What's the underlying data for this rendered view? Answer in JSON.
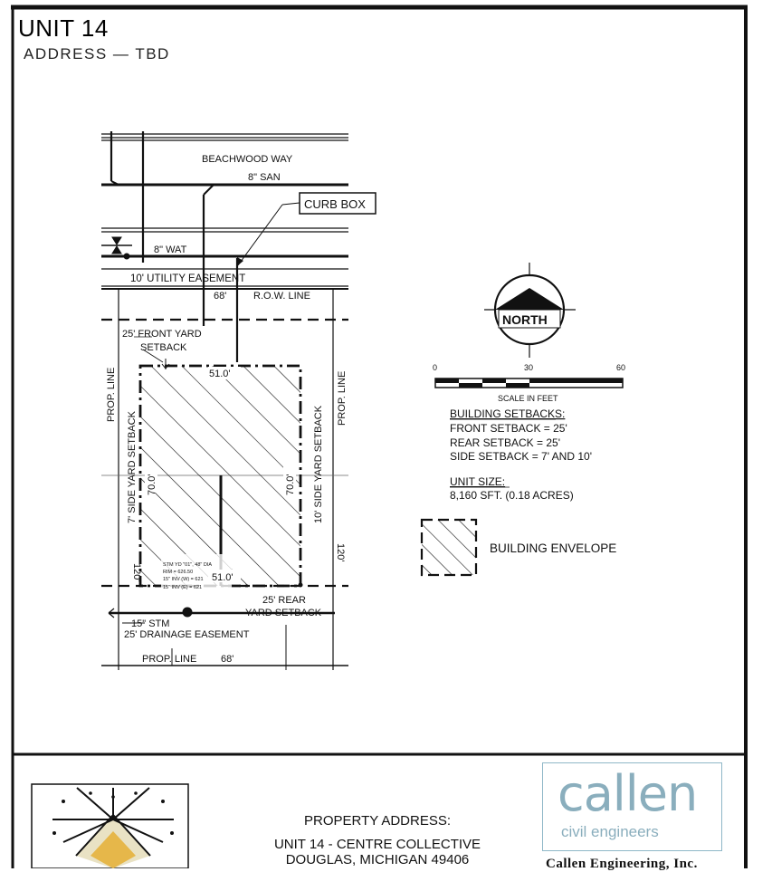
{
  "header": {
    "title": "UNIT 14",
    "subtitle": "ADDRESS — TBD"
  },
  "site_plan": {
    "street": "BEACHWOOD WAY",
    "san_line": "8\" SAN",
    "curb_box": "CURB BOX",
    "wat_line": "8\" WAT",
    "utility_easement": "10' UTILITY EASEMENT",
    "row_line": "R.O.W. LINE",
    "front_dim": "68'",
    "front_setback_1": "25' FRONT YARD",
    "front_setback_2": "SETBACK",
    "prop_line_left": "PROP. LINE",
    "prop_line_right": "PROP. LINE",
    "side_setback_left": "7' SIDE YARD SETBACK",
    "side_setback_right": "10' SIDE YARD SETBACK",
    "envelope_width_top": "51.0'",
    "envelope_width_bottom": "51.0'",
    "envelope_depth_left": "70.0'",
    "envelope_depth_right": "70.0'",
    "lot_depth_left": "120'",
    "lot_depth_right": "120'",
    "rear_setback_1": "25' REAR",
    "rear_setback_2": "YARD SETBACK",
    "stm_line": "15\" STM",
    "drainage_easement": "25' DRAINAGE EASEMENT",
    "prop_line_bottom": "PROP. LINE",
    "rear_dim": "68'",
    "stm_note_1": "STM YD \"01\", 48\" DIA",
    "stm_note_2": "RIM = 626.50",
    "stm_note_3": "15\" INV (W) = 621",
    "stm_note_4": "15\" INV (E) = 621"
  },
  "north_arrow": {
    "label": "NORTH"
  },
  "scale_bar": {
    "ticks": [
      "0",
      "30",
      "60"
    ],
    "caption": "SCALE IN FEET"
  },
  "setbacks": {
    "heading": "BUILDING SETBACKS:",
    "front": "FRONT SETBACK = 25'",
    "rear": "REAR SETBACK = 25'",
    "side": "SIDE SETBACK = 7' AND 10'"
  },
  "unit_size": {
    "heading": "UNIT SIZE:",
    "value": "8,160 SFT. (0.18 ACRES)"
  },
  "legend": {
    "envelope_label": "BUILDING ENVELOPE"
  },
  "title_block": {
    "heading": "PROPERTY ADDRESS:",
    "line1": "UNIT 14 - CENTRE COLLECTIVE",
    "line2": "DOUGLAS, MICHIGAN 49406",
    "logo_word": "callen",
    "logo_sub": "civil engineers",
    "company": "Callen Engineering, Inc."
  },
  "colors": {
    "ink": "#111111",
    "logo_blue": "#8aaebd",
    "logo_gold": "#e6b74a",
    "logo_cream": "#e9e2c4"
  }
}
